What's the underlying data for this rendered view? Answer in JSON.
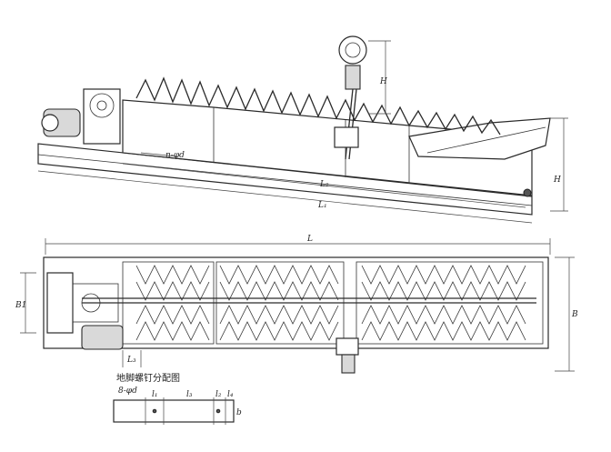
{
  "labels": {
    "dim_L1": "L₁",
    "dim_L2": "L₂",
    "dim_L": "L",
    "dim_H": "H",
    "dim_n_phi_d": "n-φd",
    "dim_B": "B",
    "dim_B1": "B1",
    "dim_L3": "L₃",
    "bolt_caption": "地脚螺钉分配图",
    "bolt_spec": "8-φd",
    "bolt_l1": "l₁",
    "bolt_l2": "l₂",
    "bolt_l3": "l₃",
    "bolt_l4": "l₄",
    "bolt_b": "b"
  }
}
